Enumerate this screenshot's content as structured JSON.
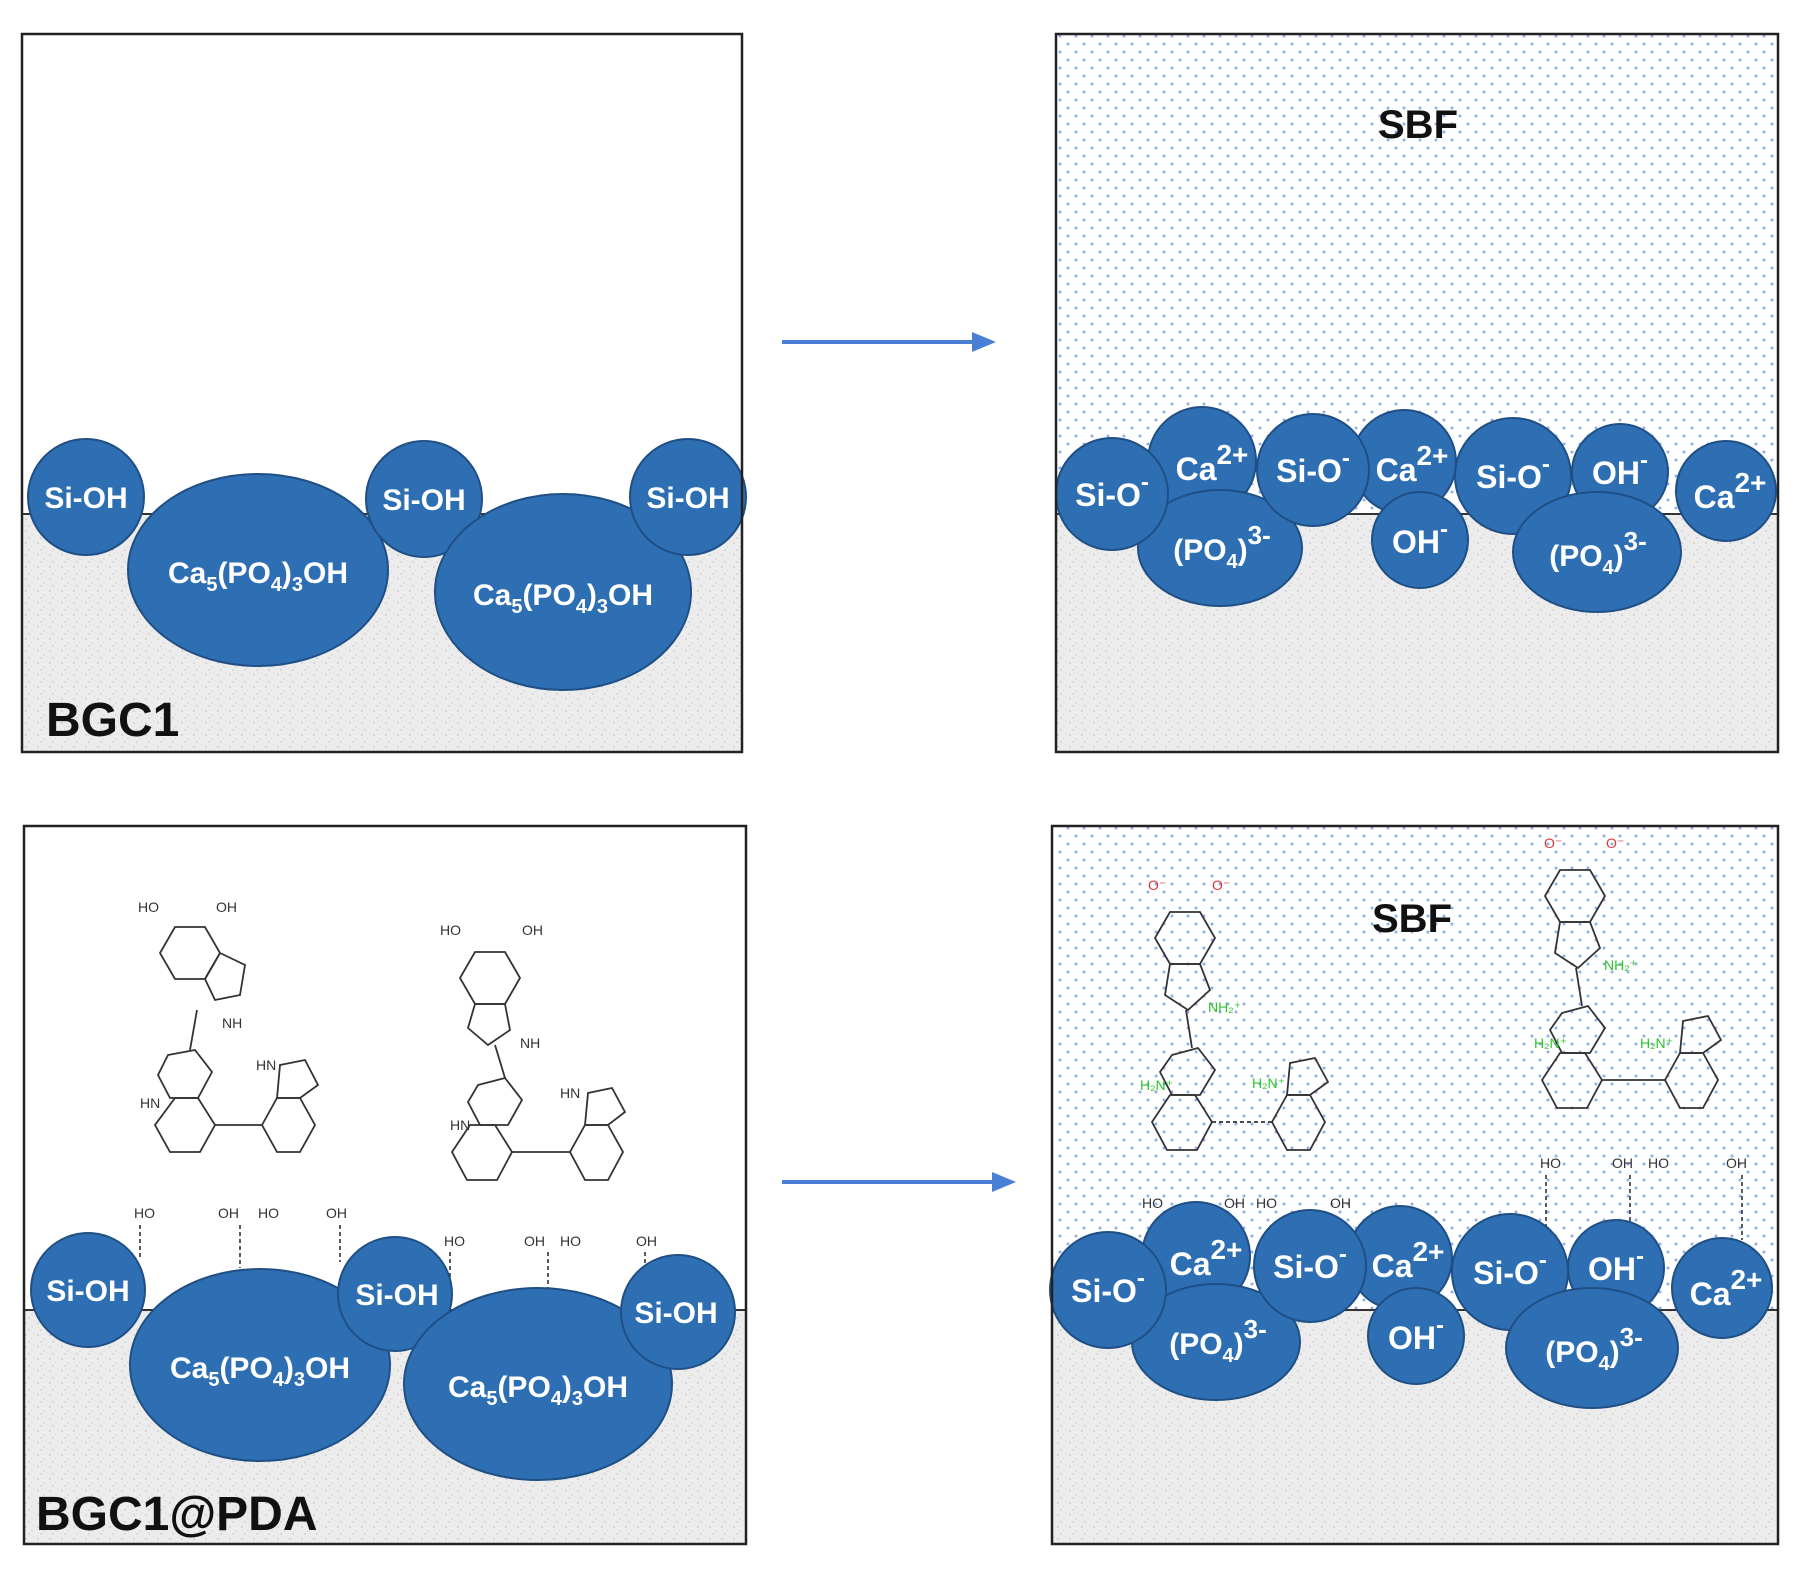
{
  "panels": {
    "top_left": {
      "tag": "BGC1"
    },
    "top_right": {
      "tag": "SBF"
    },
    "bottom_left": {
      "tag": "BGC1@PDA"
    },
    "bottom_right": {
      "tag": "SBF"
    }
  },
  "labels": {
    "si_oh": "Si-OH",
    "hydroxyapatite": {
      "main": "Ca",
      "sub1": "5",
      "mid": "(PO",
      "sub2": "4",
      "close": ")",
      "sub3": "3",
      "end": "OH"
    },
    "si_o": {
      "main": "Si-O",
      "sup": "-"
    },
    "ca": {
      "main": "Ca",
      "sup": "2+"
    },
    "oh": {
      "main": "OH",
      "sup": "-"
    },
    "po4": {
      "main": "(PO",
      "sub": "4",
      "close": ")",
      "sup": "3-"
    }
  },
  "molecule_text": {
    "ho": "HO",
    "oh": "OH",
    "nh": "NH",
    "hn": "HN",
    "o_neg": "O⁻",
    "nh2_plus": "H₂N⁺",
    "nh2_plus_r": "NH₂⁺"
  },
  "colors": {
    "particle": "#2e6fb3",
    "arrow": "#4a7fd6",
    "sbf_dots": "#8fb0e6",
    "substrate": "#e9e9e9",
    "o_negative": "#d63a3a",
    "ammonium": "#2bc42b"
  }
}
